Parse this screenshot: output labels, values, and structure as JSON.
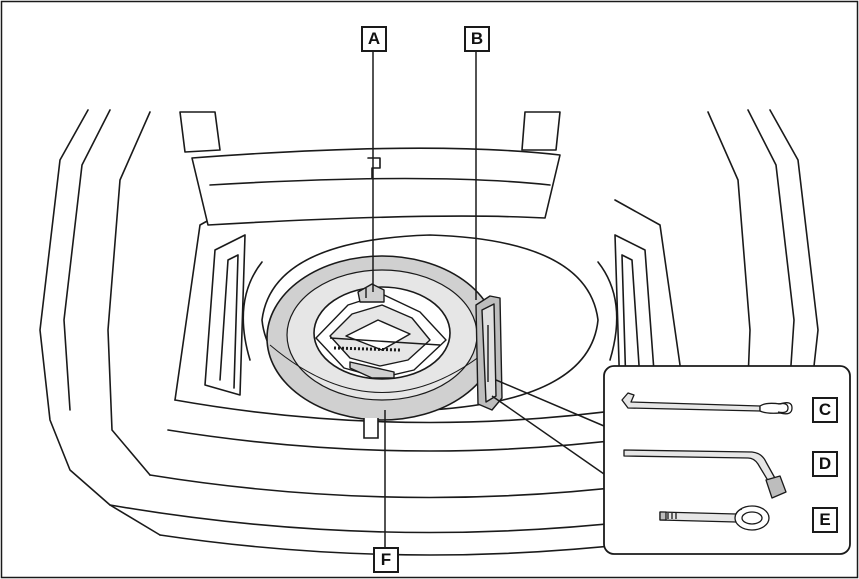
{
  "callouts": {
    "A": "A",
    "B": "B",
    "C": "C",
    "D": "D",
    "E": "E",
    "F": "F"
  },
  "colors": {
    "line": "#1a1a1a",
    "tire": "#d0d0d0",
    "shade": "#e6e6e6",
    "background": "#ffffff"
  },
  "icons": [
    "spare-tire",
    "jack",
    "tool-bag",
    "jack-handle",
    "wheel-nut-wrench",
    "towing-eyelet"
  ]
}
